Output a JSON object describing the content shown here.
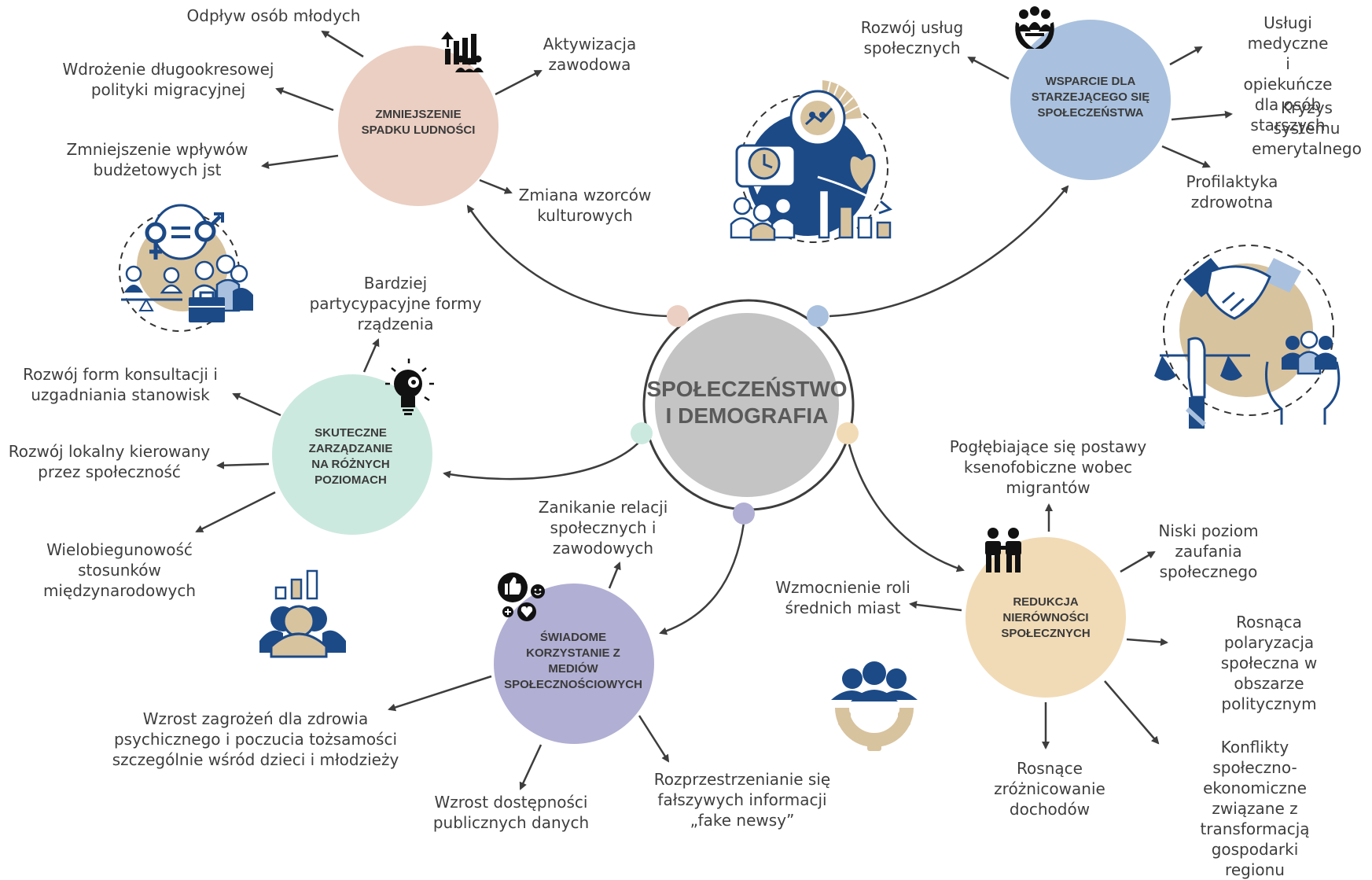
{
  "center": {
    "title": "SPOŁECZEŃSTWO\nI DEMOGRAFIA",
    "color": "#c4c4c4"
  },
  "nodes": [
    {
      "title": "ZMNIEJSZENIE\nSPADKU LUDNOŚCI",
      "color": "#ebcfc3",
      "dot": "#ebcfc3"
    },
    {
      "title": "WSPARCIE DLA\nSTARZEJĄCEGO SIĘ\nSPOŁECZEŃSTWA",
      "color": "#a9c1de",
      "dot": "#a9c1de"
    },
    {
      "title": "SKUTECZNE\nZARZĄDZANIE\nNA RÓŻNYCH\nPOZIOMACH",
      "color": "#cce9df",
      "dot": "#cce9df"
    },
    {
      "title": "ŚWIADOME\nKORZYSTANIE Z\nMEDIÓW\nSPOŁECZNOŚCIOWYCH",
      "color": "#b1afd3",
      "dot": "#b1afd3"
    },
    {
      "title": "REDUKCJA\nNIERÓWNOŚCI\nSPOŁECZNYCH",
      "color": "#f1dbb6",
      "dot": "#f1dbb6"
    }
  ],
  "labels": {
    "n1": [
      "Odpływ osób młodych",
      "Wdrożenie długookresowej\npolityki migracyjnej",
      "Zmniejszenie wpływów\nbudżetowych jst",
      "Aktywizacja\nzawodowa",
      "Zmiana wzorców\nkulturowych"
    ],
    "n2": [
      "Rozwój usług\nspołecznych",
      "Usługi medyczne i\nopiekuńcze dla osób\nstarszych",
      "Kryzys systemu\nemerytalnego",
      "Profilaktyka\nzdrowotna"
    ],
    "n3": [
      "Bardziej\npartycypacyjne formy\nrządzenia",
      "Rozwój form konsultacji i\nuzgadniania stanowisk",
      "Rozwój lokalny kierowany\nprzez społeczność",
      "Wielobiegunowość\nstosunków\nmiędzynarodowych"
    ],
    "n4": [
      "Zanikanie relacji\nspołecznych i\nzawodowych",
      "Wzrost zagrożeń dla zdrowia\npsychicznego i poczucia tożsamości\nszczególnie wśród dzieci i młodzieży",
      "Wzrost dostępności\npublicznych danych",
      "Rozprzestrzenianie się\nfałszywych informacji\n„fake newsy”"
    ],
    "n5": [
      "Pogłębiające się postawy\nksenofobiczne wobec\nmigrantów",
      "Niski poziom\nzaufania\nspołecznego",
      "Wzmocnienie roli\nśrednich miast",
      "Rosnąca polaryzacja\nspołeczna w obszarze\npolitycznym",
      "Rosnące\nzróżnicowanie\ndochodów",
      "Konflikty społeczno-\nekonomiczne związane z\ntransformacją gospodarki\nregionu"
    ]
  },
  "palette": {
    "navy": "#1c4a87",
    "tan": "#d8c39f",
    "line": "#3d3d3d"
  },
  "icons": [
    "growth-chart-icon",
    "elderly-support-icon",
    "lightbulb-gear-icon",
    "social-media-icon",
    "couple-icon",
    "gender-equality-icon",
    "aging-society-icon",
    "handshake-justice-icon",
    "people-chart-icon",
    "team-gear-icon"
  ]
}
